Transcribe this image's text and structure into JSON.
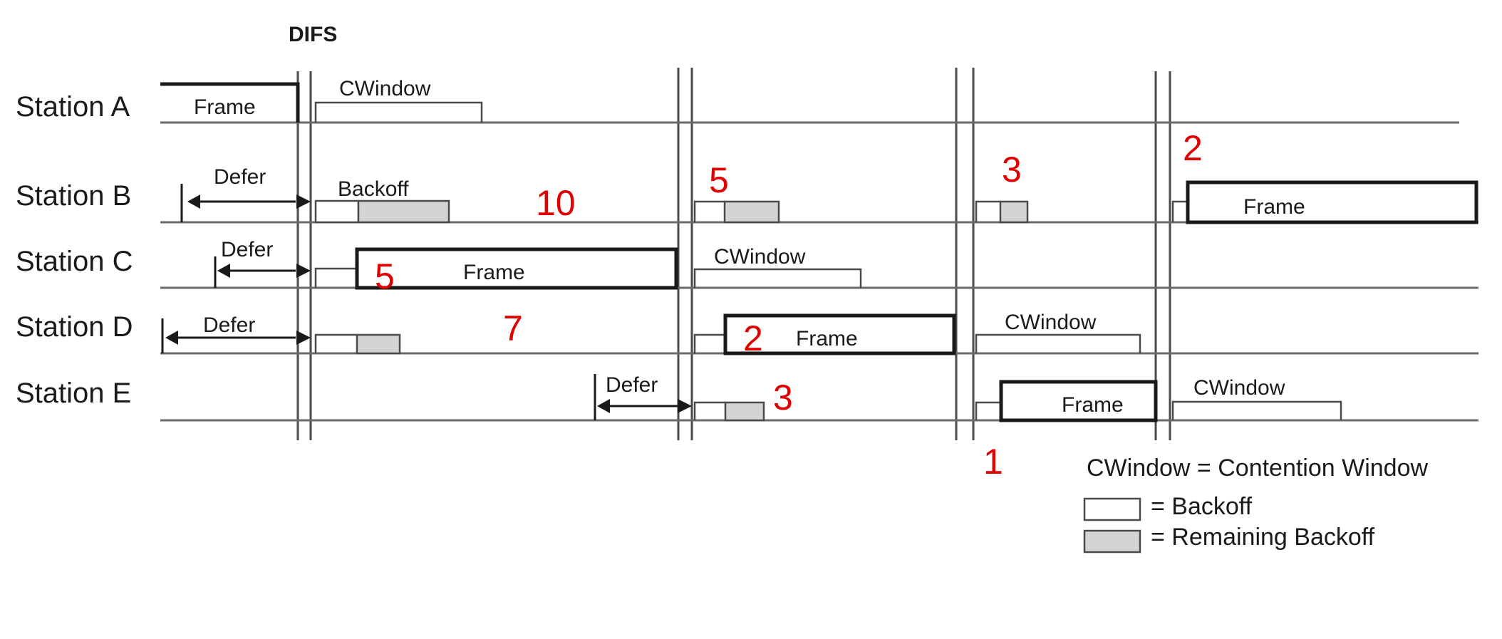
{
  "title_label": "DIFS",
  "stations": [
    {
      "id": "a",
      "label": "Station A"
    },
    {
      "id": "b",
      "label": "Station B"
    },
    {
      "id": "c",
      "label": "Station C"
    },
    {
      "id": "d",
      "label": "Station D"
    },
    {
      "id": "e",
      "label": "Station E"
    }
  ],
  "labels": {
    "frame": "Frame",
    "cwindow": "CWindow",
    "defer": "Defer",
    "backoff": "Backoff"
  },
  "annotations": {
    "b_10": "10",
    "b_5": "5",
    "b_3": "3",
    "b_2": "2",
    "c_5": "5",
    "d_7": "7",
    "d_2": "2",
    "e_3": "3",
    "slot_1": "1"
  },
  "legend": {
    "title": "CWindow = Contention Window",
    "backoff": "= Backoff",
    "remaining": "= Remaining Backoff"
  },
  "colors": {
    "line": "#4a4a4a",
    "box": "#1a1a1a",
    "remaining_fill": "#d4d4d4",
    "annotation": "#e00000"
  }
}
